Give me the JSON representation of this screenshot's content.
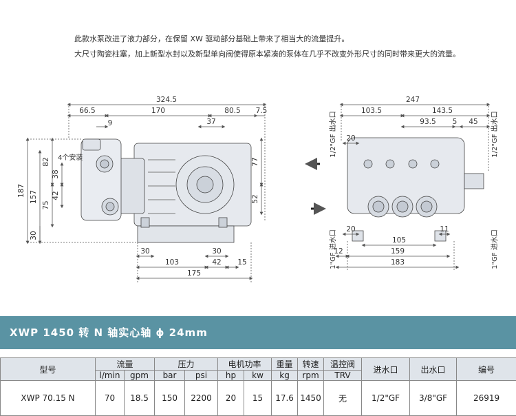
{
  "intro": {
    "line1": "此款水泵改进了液力部分，在保留 XW 驱动部分基础上带来了相当大的流量提升。",
    "line2": "大尺寸陶瓷柱塞，加上新型水封以及新型单向阀使得原本紧凑的泵体在几乎不改变外形尺寸的同时带来更大的流量。"
  },
  "drawing": {
    "left_view": {
      "top_dims": [
        "324.5",
        "66.5",
        "170",
        "80.5",
        "7.5",
        "9",
        "37"
      ],
      "left_dims": [
        "187",
        "157",
        "82",
        "38",
        "42",
        "75",
        "30"
      ],
      "right_dims": [
        "77",
        "52"
      ],
      "bottom_dims": [
        "30",
        "30",
        "103",
        "42",
        "15",
        "175"
      ],
      "mount_label": "4个安装"
    },
    "right_view": {
      "top_dims": [
        "247",
        "103.5",
        "143.5",
        "93.5",
        "5",
        "45",
        "20"
      ],
      "bottom_dims": [
        "20",
        "11",
        "105",
        "12",
        "159",
        "183"
      ],
      "outlet_label_left": "1/2\"GF 出水口",
      "outlet_label_right": "1/2\"GF 出水口",
      "inlet_label_left": "1\"GF 进水口",
      "inlet_label_right": "1\"GF 进水口"
    }
  },
  "banner": {
    "title": "XWP 1450 转 N 轴实心轴 ϕ 24mm",
    "color": "#5a93a3"
  },
  "table": {
    "headers": {
      "model": "型号",
      "flow": "流量",
      "pressure": "压力",
      "motor_power": "电机功率",
      "weight": "重量",
      "speed": "转速",
      "thermo_valve": "温控阀",
      "inlet": "进水口",
      "outlet": "出水口",
      "code": "编号"
    },
    "units": [
      "l/min",
      "gpm",
      "bar",
      "psi",
      "hp",
      "kw",
      "kg",
      "rpm",
      "TRV"
    ],
    "rows": [
      [
        "XWP 70.15 N",
        "70",
        "18.5",
        "150",
        "2200",
        "20",
        "15",
        "17.6",
        "1450",
        "无",
        "1/2\"GF",
        "3/8\"GF",
        "26919"
      ]
    ]
  }
}
